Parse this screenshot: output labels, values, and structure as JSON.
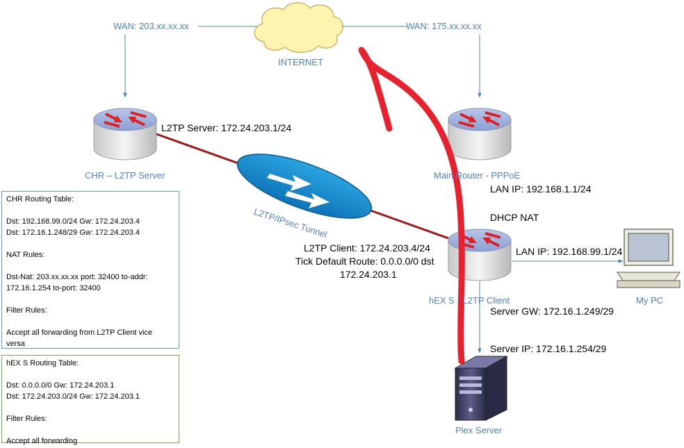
{
  "nodes": {
    "internet": "INTERNET",
    "chr_label": "CHR – L2TP Server",
    "main_router_label": "Main Router - PPPoE",
    "hex_label": "hEX S - L2TP Client",
    "mypc_label": "My PC",
    "plex_label": "Plex Server"
  },
  "links": {
    "wan_left": "WAN: 203.xx.xx.xx",
    "wan_right": "WAN: 175.xx.xx.xx",
    "l2tp_server": "L2TP Server: 172.24.203.1/24",
    "tunnel": "L2TP/IPsec Tunnel",
    "main_lan": "LAN IP: 192.168.1.1/24",
    "dhcp_nat": "DHCP NAT",
    "l2tp_client_1": "L2TP Client: 172.24.203.4/24",
    "l2tp_client_2": "Tick Default Route: 0.0.0.0/0 dst",
    "l2tp_client_3": "172.24.203.1",
    "hex_lan": "LAN IP: 192.168.99.1/24",
    "server_gw": "Server GW: 172.16.1.249/29",
    "server_ip": "Server IP: 172.16.1.254/29"
  },
  "chr_box": {
    "lines": [
      "CHR Routing Table:",
      "",
      "Dst: 192.168.99.0/24 Gw: 172.24.203.4",
      "Dst: 172.16.1.248/29 Gw: 172.24.203.4",
      "",
      "NAT Rules:",
      "",
      "Dst-Nat: 203.xx.xx.xx port: 32400 to-addr:",
      "172.16.1.254 to-port: 32400",
      "",
      "Filter Rules:",
      "",
      "Accept all forwarding from L2TP Client vice",
      "versa"
    ]
  },
  "hex_box": {
    "lines": [
      "hEX S Routing Table:",
      "",
      "Dst: 0.0.0.0/0 Gw: 172.24.203.1",
      "Dst: 172.24.203.0/24 Gw: 172.24.203.1",
      "",
      "Filter Rules:",
      "",
      "Accept all forwarding"
    ]
  },
  "colors": {
    "link_blue": "#4f81bd",
    "tunnel_line": "#a31515",
    "annotation_red": "#e8212e",
    "router_arrow": "#e02020"
  }
}
